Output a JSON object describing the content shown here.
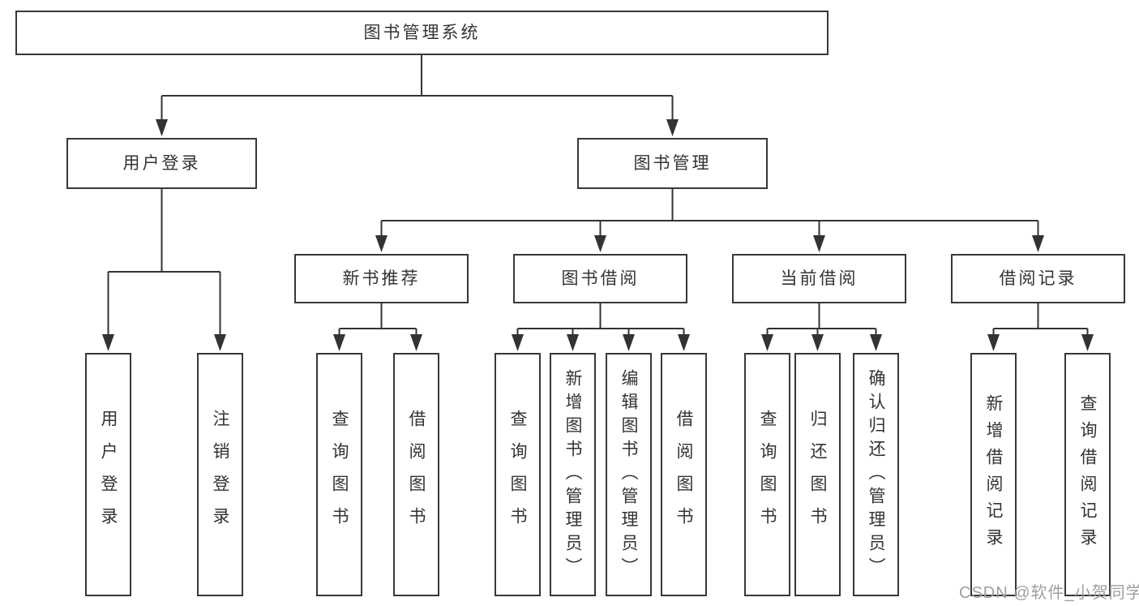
{
  "diagram": {
    "root": {
      "label": "图书管理系统"
    },
    "level2": [
      {
        "label": "用户登录",
        "parent": "图书管理系统"
      },
      {
        "label": "图书管理",
        "parent": "图书管理系统"
      }
    ],
    "level3": [
      {
        "label": "新书推荐",
        "parent": "图书管理"
      },
      {
        "label": "图书借阅",
        "parent": "图书管理"
      },
      {
        "label": "当前借阅",
        "parent": "图书管理"
      },
      {
        "label": "借阅记录",
        "parent": "图书管理"
      }
    ],
    "leaves": [
      {
        "label": "用户登录",
        "parent": "用户登录"
      },
      {
        "label": "注销登录",
        "parent": "用户登录"
      },
      {
        "label": "查询图书",
        "parent": "新书推荐"
      },
      {
        "label": "借阅图书",
        "parent": "新书推荐"
      },
      {
        "label": "查询图书",
        "parent": "图书借阅"
      },
      {
        "label": "新增图书（管理员）",
        "parent": "图书借阅"
      },
      {
        "label": "编辑图书（管理员）",
        "parent": "图书借阅"
      },
      {
        "label": "借阅图书",
        "parent": "图书借阅"
      },
      {
        "label": "查询图书",
        "parent": "当前借阅"
      },
      {
        "label": "归还图书",
        "parent": "当前借阅"
      },
      {
        "label": "确认归还（管理员）",
        "parent": "当前借阅"
      },
      {
        "label": "新增借阅记录",
        "parent": "借阅记录"
      },
      {
        "label": "查询借阅记录",
        "parent": "借阅记录"
      }
    ]
  },
  "watermark": {
    "text": "CSDN @软件_小贺同学"
  },
  "colors": {
    "line": "#333333",
    "box_border": "#383838",
    "text": "#333333",
    "background": "#ffffff",
    "watermark": "#9e9e9e"
  }
}
